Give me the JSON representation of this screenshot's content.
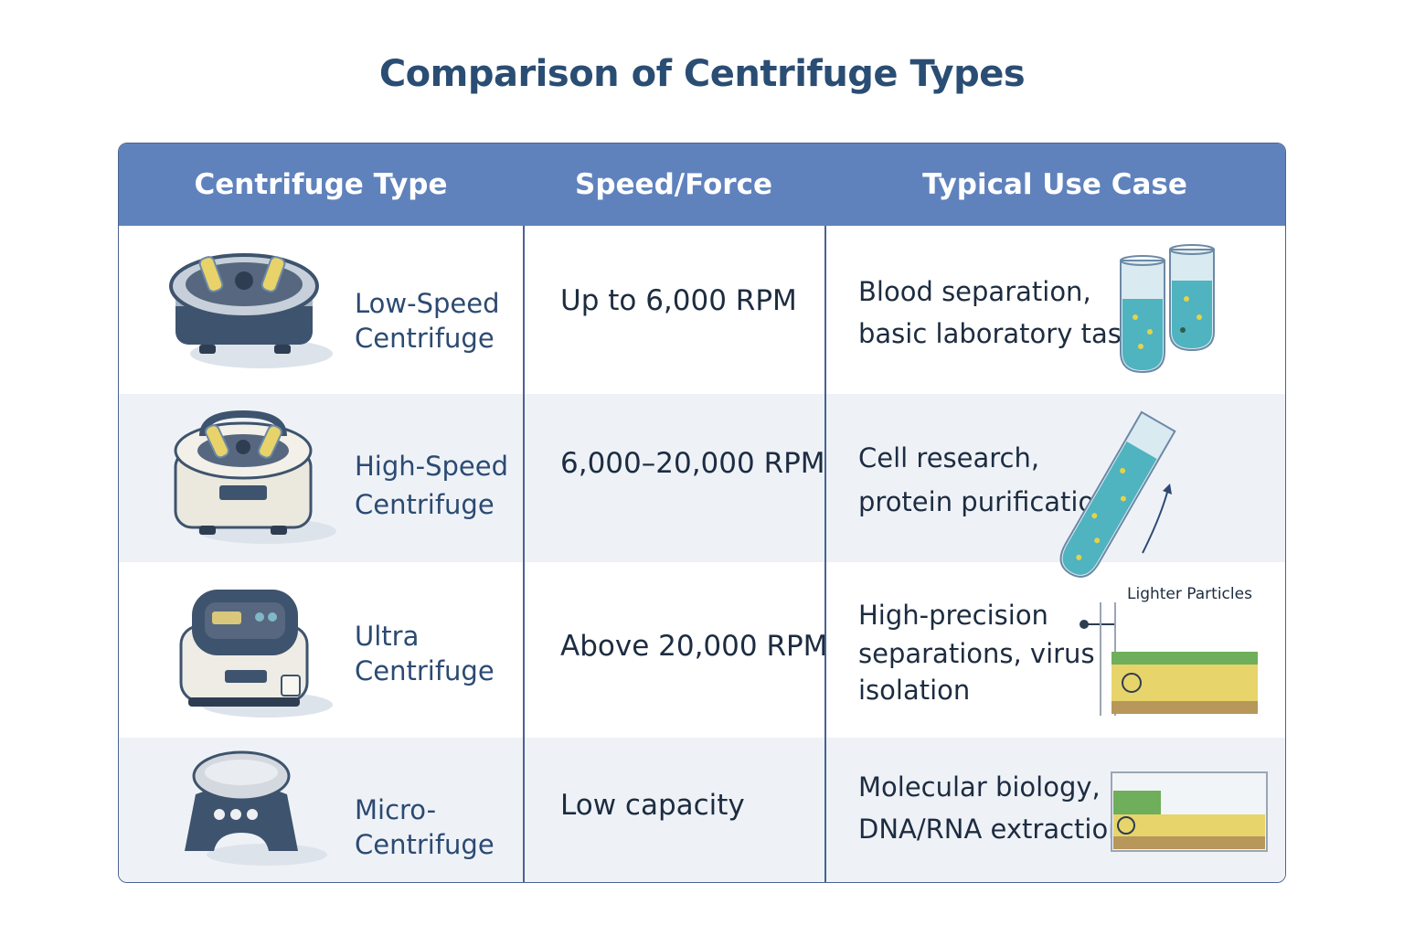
{
  "title": "Comparison of Centrifuge Types",
  "table": {
    "headers": [
      "Centrifuge Type",
      "Speed/Force",
      "Typical Use Case"
    ],
    "rows": [
      {
        "type_line1": "Low-Speed",
        "type_line2": "Centrifuge",
        "speed": "Up to 6,000 RPM",
        "use_line1": "Blood separation,",
        "use_line2": "basic laboratory tasks",
        "use_line3": "",
        "icon": "low-speed-centrifuge-icon"
      },
      {
        "type_line1": "High-Speed",
        "type_line2": "Centrifuge",
        "speed": "6,000–20,000 RPM",
        "use_line1": "Cell research,",
        "use_line2": "protein purification",
        "use_line3": "",
        "icon": "high-speed-centrifuge-icon"
      },
      {
        "type_line1": "Ultra",
        "type_line2": "Centrifuge",
        "speed": "Above 20,000 RPM",
        "use_line1": "High-precision",
        "use_line2": "separations, virus",
        "use_line3": "isolation",
        "icon": "ultra-centrifuge-icon"
      },
      {
        "type_line1": "Micro-",
        "type_line2": "Centrifuge",
        "speed": "Low capacity",
        "use_line1": "Molecular biology,",
        "use_line2": "DNA/RNA extraction",
        "use_line3": "",
        "icon": "micro-centrifuge-icon"
      }
    ]
  },
  "annotation": {
    "particles_label": "Lighter Particles"
  },
  "colors": {
    "header_bg": "#5f82bd",
    "title": "#2a4d73",
    "alt_row": "#eef2f7",
    "border": "#4a6390"
  }
}
